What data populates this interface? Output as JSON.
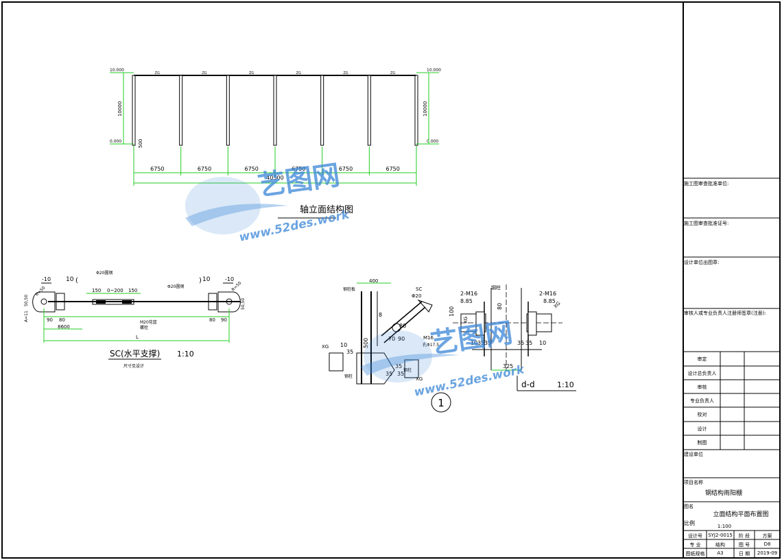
{
  "elevation": {
    "title": "轴立面结构图",
    "levels": {
      "top_left": "10.000",
      "top_right": "10.000",
      "bottom_left": "0.000",
      "bottom_right": "0.000"
    },
    "height_dim": "10000",
    "base_dim": "500",
    "bay_label": "ZG",
    "spans": [
      "6750",
      "6750",
      "6750",
      "6750",
      "6750",
      "6750"
    ],
    "total": "40500"
  },
  "sc_detail": {
    "title": "SC(水平支撑)",
    "scale": "1:10",
    "note": "尺寸见设计",
    "plate_left": "-10",
    "plate_right": "-10",
    "dim_10a": "10",
    "dim_10b": "10",
    "rod_left": "Φ20圆钢",
    "rod_right": "Φ20圆钢",
    "dims": [
      "150",
      "0~200",
      "150"
    ],
    "turnbuckle": "M20花篮",
    "turnbuckle2": "螺栓",
    "hole_left": "R=50",
    "hole_right": "R=50",
    "side_left": "50,50",
    "side_right": "50,50",
    "label_a": "A=11",
    "d90a": "90",
    "d80a": "80",
    "d80b": "80",
    "d90b": "90",
    "d8600": "8600",
    "dL": "L"
  },
  "node1": {
    "marker": "1",
    "d400": "400",
    "labels": [
      "钢柱板",
      "SC",
      "Φ20",
      "M16",
      "孔Φ17.5",
      "XG",
      "XG",
      "钢柱",
      "钢柱"
    ],
    "dims": [
      "70",
      "90",
      "80",
      "10",
      "35",
      "35",
      "35",
      "35",
      "500",
      "8"
    ]
  },
  "dd": {
    "title": "d-d",
    "scale": "1:10",
    "bolts_left": "2-M16",
    "bolts_right": "2-M16",
    "d885a": "8.85",
    "d885b": "8.85",
    "xg_l": "XG",
    "xg_r": "XG",
    "d100": "100",
    "d80": "80",
    "d325": "325",
    "label_gz": "钢柱",
    "small": [
      "10",
      "35",
      "35",
      "10",
      "35",
      "35"
    ]
  },
  "watermark": {
    "brand": "艺图网",
    "url": "www.52des.work"
  },
  "title_block": {
    "review_unit": "施工图审查批准单位:",
    "review_cert": "施工图审查批准证号:",
    "design_unit": "设计单位出图章:",
    "registered": "审核人或专业负责人注册师签章(注册):",
    "roles": [
      "审定",
      "设计总负责人",
      "审核",
      "专业负责人",
      "校对",
      "设计",
      "制图"
    ],
    "client_label": "建设单位",
    "project_label": "项目名称",
    "project_name": "钢结构雨阳棚",
    "drawing_label": "图名",
    "drawing_name": "立面结构平面布置图",
    "scale_label": "比例",
    "scale_value": "1:100",
    "grid": [
      [
        "设计号",
        "SYJ2-0015",
        "阶 段",
        "方案"
      ],
      [
        "专 业",
        "结构",
        "图 号",
        "D8"
      ],
      [
        "图纸规格",
        "A3",
        "日 期",
        "2019-09"
      ]
    ]
  },
  "colors": {
    "line": "#000000",
    "dim": "#22cc22",
    "wm_blue": "#3a86d8"
  }
}
